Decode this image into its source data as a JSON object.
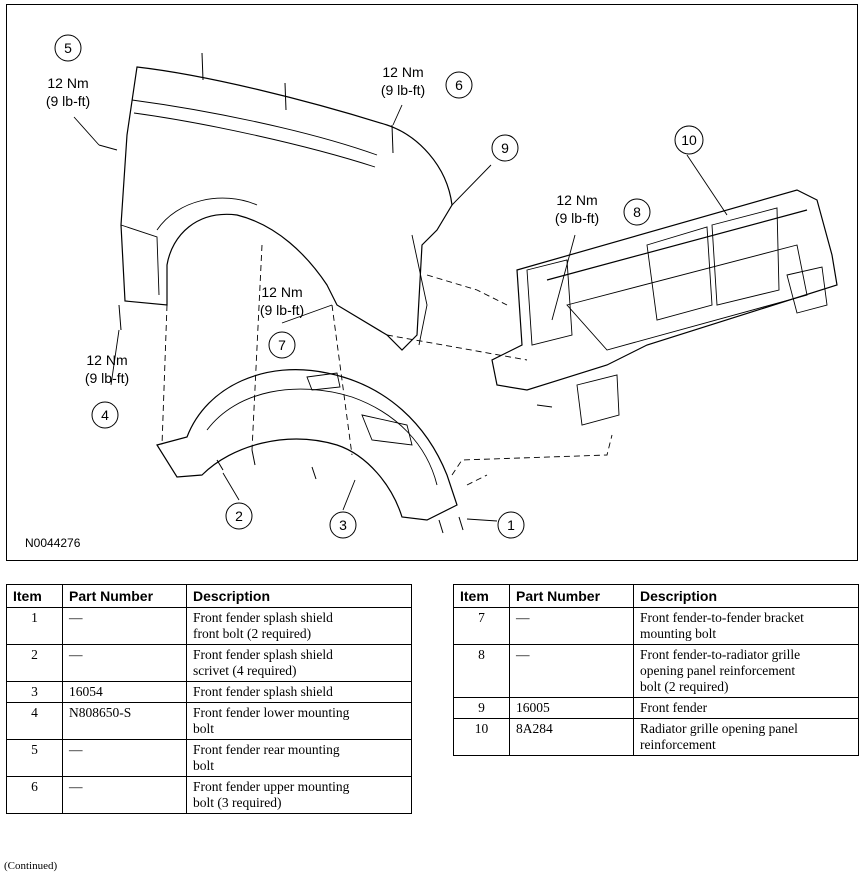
{
  "diagram": {
    "figure_id": "N0044276",
    "callouts": [
      {
        "num": "1"
      },
      {
        "num": "2"
      },
      {
        "num": "3"
      },
      {
        "num": "4"
      },
      {
        "num": "5"
      },
      {
        "num": "6"
      },
      {
        "num": "7"
      },
      {
        "num": "8"
      },
      {
        "num": "9"
      },
      {
        "num": "10"
      }
    ],
    "torque": {
      "nm": "12 Nm",
      "lbft": "(9 lb-ft)"
    }
  },
  "table": {
    "headers": {
      "item": "Item",
      "part_number": "Part Number",
      "description": "Description"
    },
    "left_rows": [
      {
        "item": "1",
        "part": "—",
        "desc_line1": "Front fender splash shield",
        "desc_line2": "front bolt (2 required)",
        "desc_line3": ""
      },
      {
        "item": "2",
        "part": "—",
        "desc_line1": "Front fender splash shield",
        "desc_line2": "scrivet (4 required)",
        "desc_line3": ""
      },
      {
        "item": "3",
        "part": "16054",
        "desc_line1": "Front fender splash shield",
        "desc_line2": "",
        "desc_line3": ""
      },
      {
        "item": "4",
        "part": "N808650-S",
        "desc_line1": "Front fender lower mounting",
        "desc_line2": "bolt",
        "desc_line3": ""
      },
      {
        "item": "5",
        "part": "—",
        "desc_line1": "Front fender rear mounting",
        "desc_line2": "bolt",
        "desc_line3": ""
      },
      {
        "item": "6",
        "part": "—",
        "desc_line1": "Front fender upper mounting",
        "desc_line2": "bolt (3 required)",
        "desc_line3": ""
      }
    ],
    "right_rows": [
      {
        "item": "7",
        "part": "—",
        "desc_line1": "Front fender-to-fender bracket",
        "desc_line2": "mounting bolt",
        "desc_line3": ""
      },
      {
        "item": "8",
        "part": "—",
        "desc_line1": "Front fender-to-radiator grille",
        "desc_line2": "opening panel reinforcement",
        "desc_line3": "bolt (2 required)"
      },
      {
        "item": "9",
        "part": "16005",
        "desc_line1": "Front fender",
        "desc_line2": "",
        "desc_line3": ""
      },
      {
        "item": "10",
        "part": "8A284",
        "desc_line1": "Radiator grille opening panel",
        "desc_line2": "reinforcement",
        "desc_line3": ""
      }
    ]
  },
  "footer": {
    "continued": "(Continued)"
  }
}
